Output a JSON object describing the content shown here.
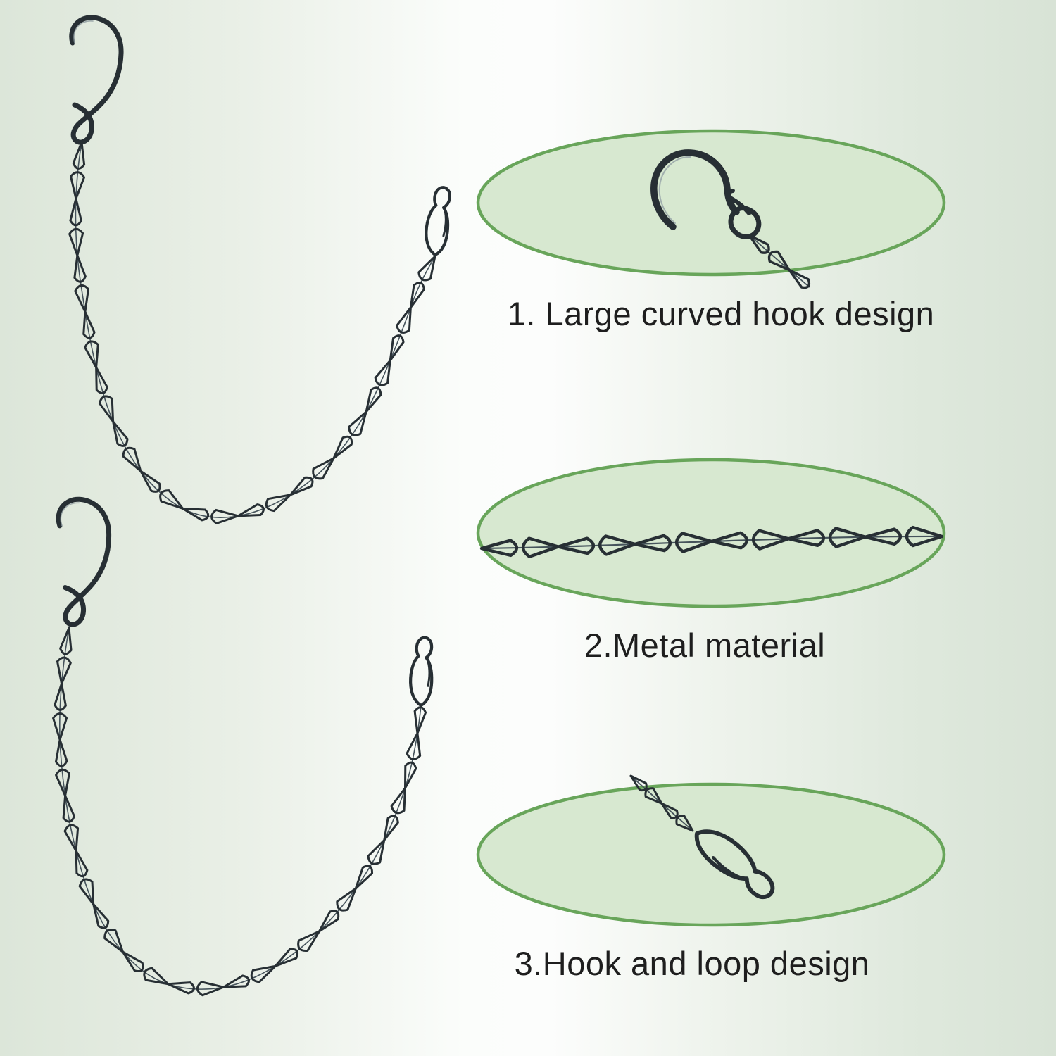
{
  "callouts": [
    {
      "label": "1. Large curved hook design",
      "feature": "large-curved-hook"
    },
    {
      "label": "2.Metal material",
      "feature": "metal-chain-links"
    },
    {
      "label": "3.Hook and loop design",
      "feature": "hook-and-loop-clasp"
    }
  ],
  "graphics": {
    "hook": "s-hook",
    "clasp": "hook-and-loop-clasp",
    "chain": "jack-chain"
  },
  "colors": {
    "ellipse_fill": "#d7e8d0",
    "ellipse_stroke": "#68a55a",
    "metal_dark": "#272f34",
    "metal_spine": "#45535b",
    "text": "#1e1e1e",
    "background_edge": "#dce6d9",
    "background_center": "#fcfdfc"
  }
}
